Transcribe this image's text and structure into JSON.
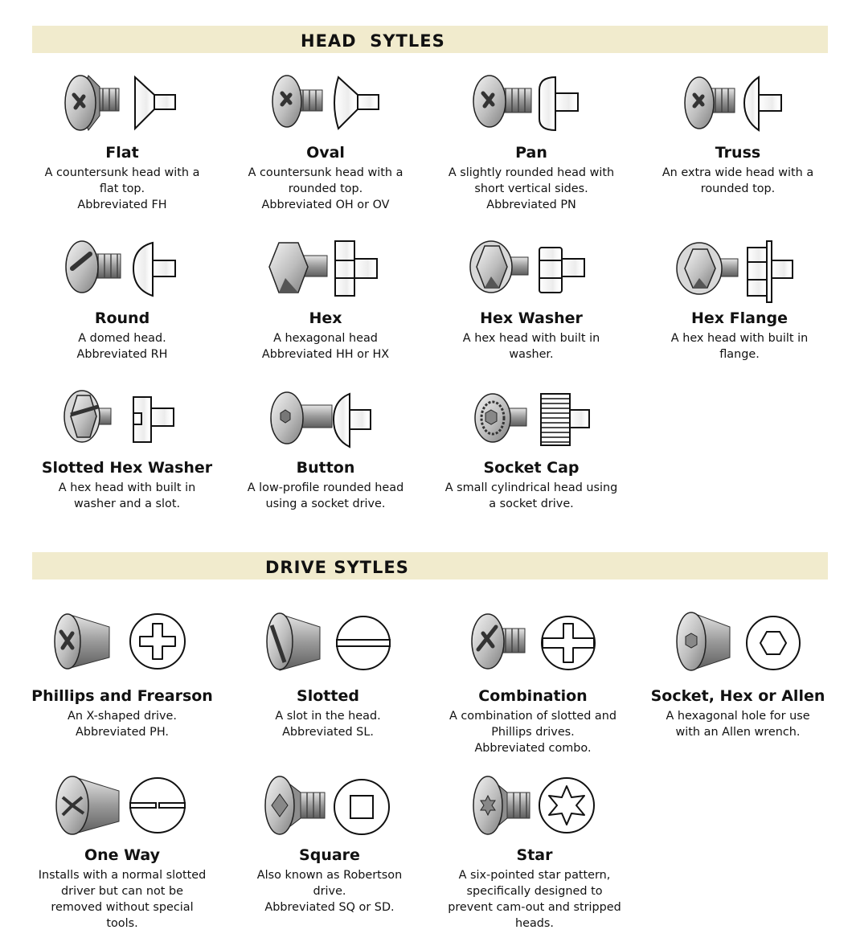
{
  "head_section": {
    "title": "HEAD  SYTLES",
    "items": [
      {
        "name": "Flat",
        "lines": [
          "A countersunk head with a",
          "flat top.",
          "Abbreviated FH"
        ],
        "icon": "flat-head-screw-icon"
      },
      {
        "name": "Oval",
        "lines": [
          "A countersunk head with a",
          "rounded top.",
          "Abbreviated OH or OV"
        ],
        "icon": "oval-head-screw-icon"
      },
      {
        "name": "Pan",
        "lines": [
          "A slightly rounded head with",
          "short vertical sides.",
          "Abbreviated PN"
        ],
        "icon": "pan-head-screw-icon"
      },
      {
        "name": "Truss",
        "lines": [
          "An extra wide head with a",
          "rounded top."
        ],
        "icon": "truss-head-screw-icon"
      },
      {
        "name": "Round",
        "lines": [
          "A domed head.",
          "Abbreviated RH"
        ],
        "icon": "round-head-screw-icon"
      },
      {
        "name": "Hex",
        "lines": [
          "A hexagonal head",
          "Abbreviated HH or HX"
        ],
        "icon": "hex-head-screw-icon"
      },
      {
        "name": "Hex Washer",
        "lines": [
          "A hex head with built in",
          "washer."
        ],
        "icon": "hex-washer-head-screw-icon"
      },
      {
        "name": "Hex Flange",
        "lines": [
          "A hex head with built in",
          "flange."
        ],
        "icon": "hex-flange-head-screw-icon"
      },
      {
        "name": "Slotted Hex Washer",
        "lines": [
          "A hex head with built in",
          "washer and a slot."
        ],
        "icon": "slotted-hex-washer-screw-icon"
      },
      {
        "name": "Button",
        "lines": [
          "A low-profile rounded head",
          "using a socket drive."
        ],
        "icon": "button-head-screw-icon"
      },
      {
        "name": "Socket Cap",
        "lines": [
          "A small cylindrical head using",
          "a socket drive."
        ],
        "icon": "socket-cap-screw-icon"
      }
    ]
  },
  "drive_section": {
    "title": "DRIVE SYTLES",
    "items": [
      {
        "name": "Phillips and Frearson",
        "lines": [
          "An X-shaped drive.",
          "Abbreviated PH."
        ],
        "icon": "phillips-drive-icon"
      },
      {
        "name": "Slotted",
        "lines": [
          "A slot in the head.",
          "Abbreviated SL."
        ],
        "icon": "slotted-drive-icon"
      },
      {
        "name": "Combination",
        "lines": [
          "A combination of slotted and",
          "Phillips drives.",
          "Abbreviated combo."
        ],
        "icon": "combination-drive-icon"
      },
      {
        "name": "Socket, Hex or Allen",
        "lines": [
          "A hexagonal hole for use",
          "with an Allen wrench."
        ],
        "icon": "socket-hex-drive-icon"
      },
      {
        "name": "One Way",
        "lines": [
          "Installs with a normal slotted",
          "driver but can not be",
          "removed without special",
          "tools."
        ],
        "icon": "one-way-drive-icon"
      },
      {
        "name": "Square",
        "lines": [
          "Also known as Robertson",
          "drive.",
          "Abbreviated SQ or SD."
        ],
        "icon": "square-drive-icon"
      },
      {
        "name": "Star",
        "lines": [
          "A six-pointed star pattern,",
          "specifically designed to",
          "prevent cam-out and stripped",
          "heads."
        ],
        "icon": "star-drive-icon"
      }
    ]
  },
  "colors": {
    "banner": "#f1ebcd",
    "metal": "#c9c9c9",
    "text": "#111111"
  }
}
